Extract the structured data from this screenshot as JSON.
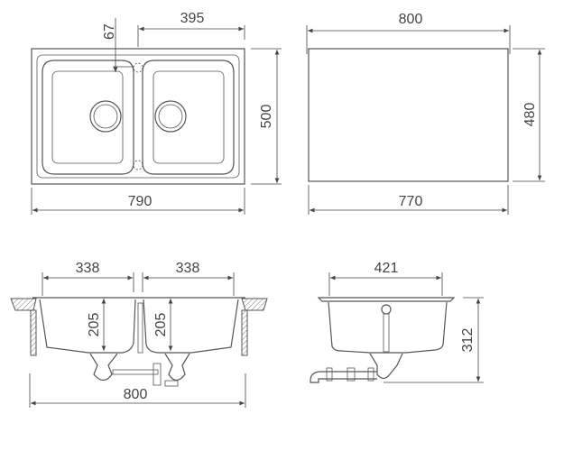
{
  "top_view": {
    "width_label": "790",
    "height_label": "500",
    "half_label": "395",
    "offset_label": "67"
  },
  "cutout_view": {
    "width_top_label": "800",
    "width_bottom_label": "770",
    "height_label": "480"
  },
  "front_section": {
    "bowl_left_width": "338",
    "bowl_right_width": "338",
    "bowl_left_depth": "205",
    "bowl_right_depth": "205",
    "overall_width": "800"
  },
  "side_section": {
    "bowl_width": "421",
    "overall_depth": "312"
  }
}
